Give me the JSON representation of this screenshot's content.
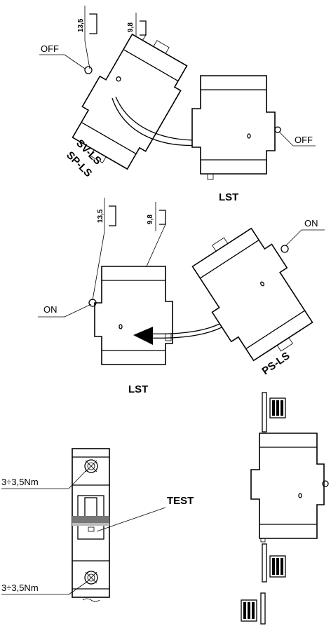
{
  "panel1": {
    "dim_a": "13,5",
    "dim_b": "9,8",
    "left_state": "OFF",
    "right_state": "OFF",
    "left_device": [
      "SV-LS",
      "SP-LS"
    ],
    "right_device": "LST"
  },
  "panel2": {
    "dim_a": "13,5",
    "dim_b": "9,8",
    "left_state": "ON",
    "right_state": "ON",
    "left_device": "LST",
    "right_device": "PS-LS"
  },
  "panel3": {
    "torque_top": "3÷3,5Nm",
    "torque_bottom": "3÷3,5Nm",
    "test_label": "TEST"
  }
}
